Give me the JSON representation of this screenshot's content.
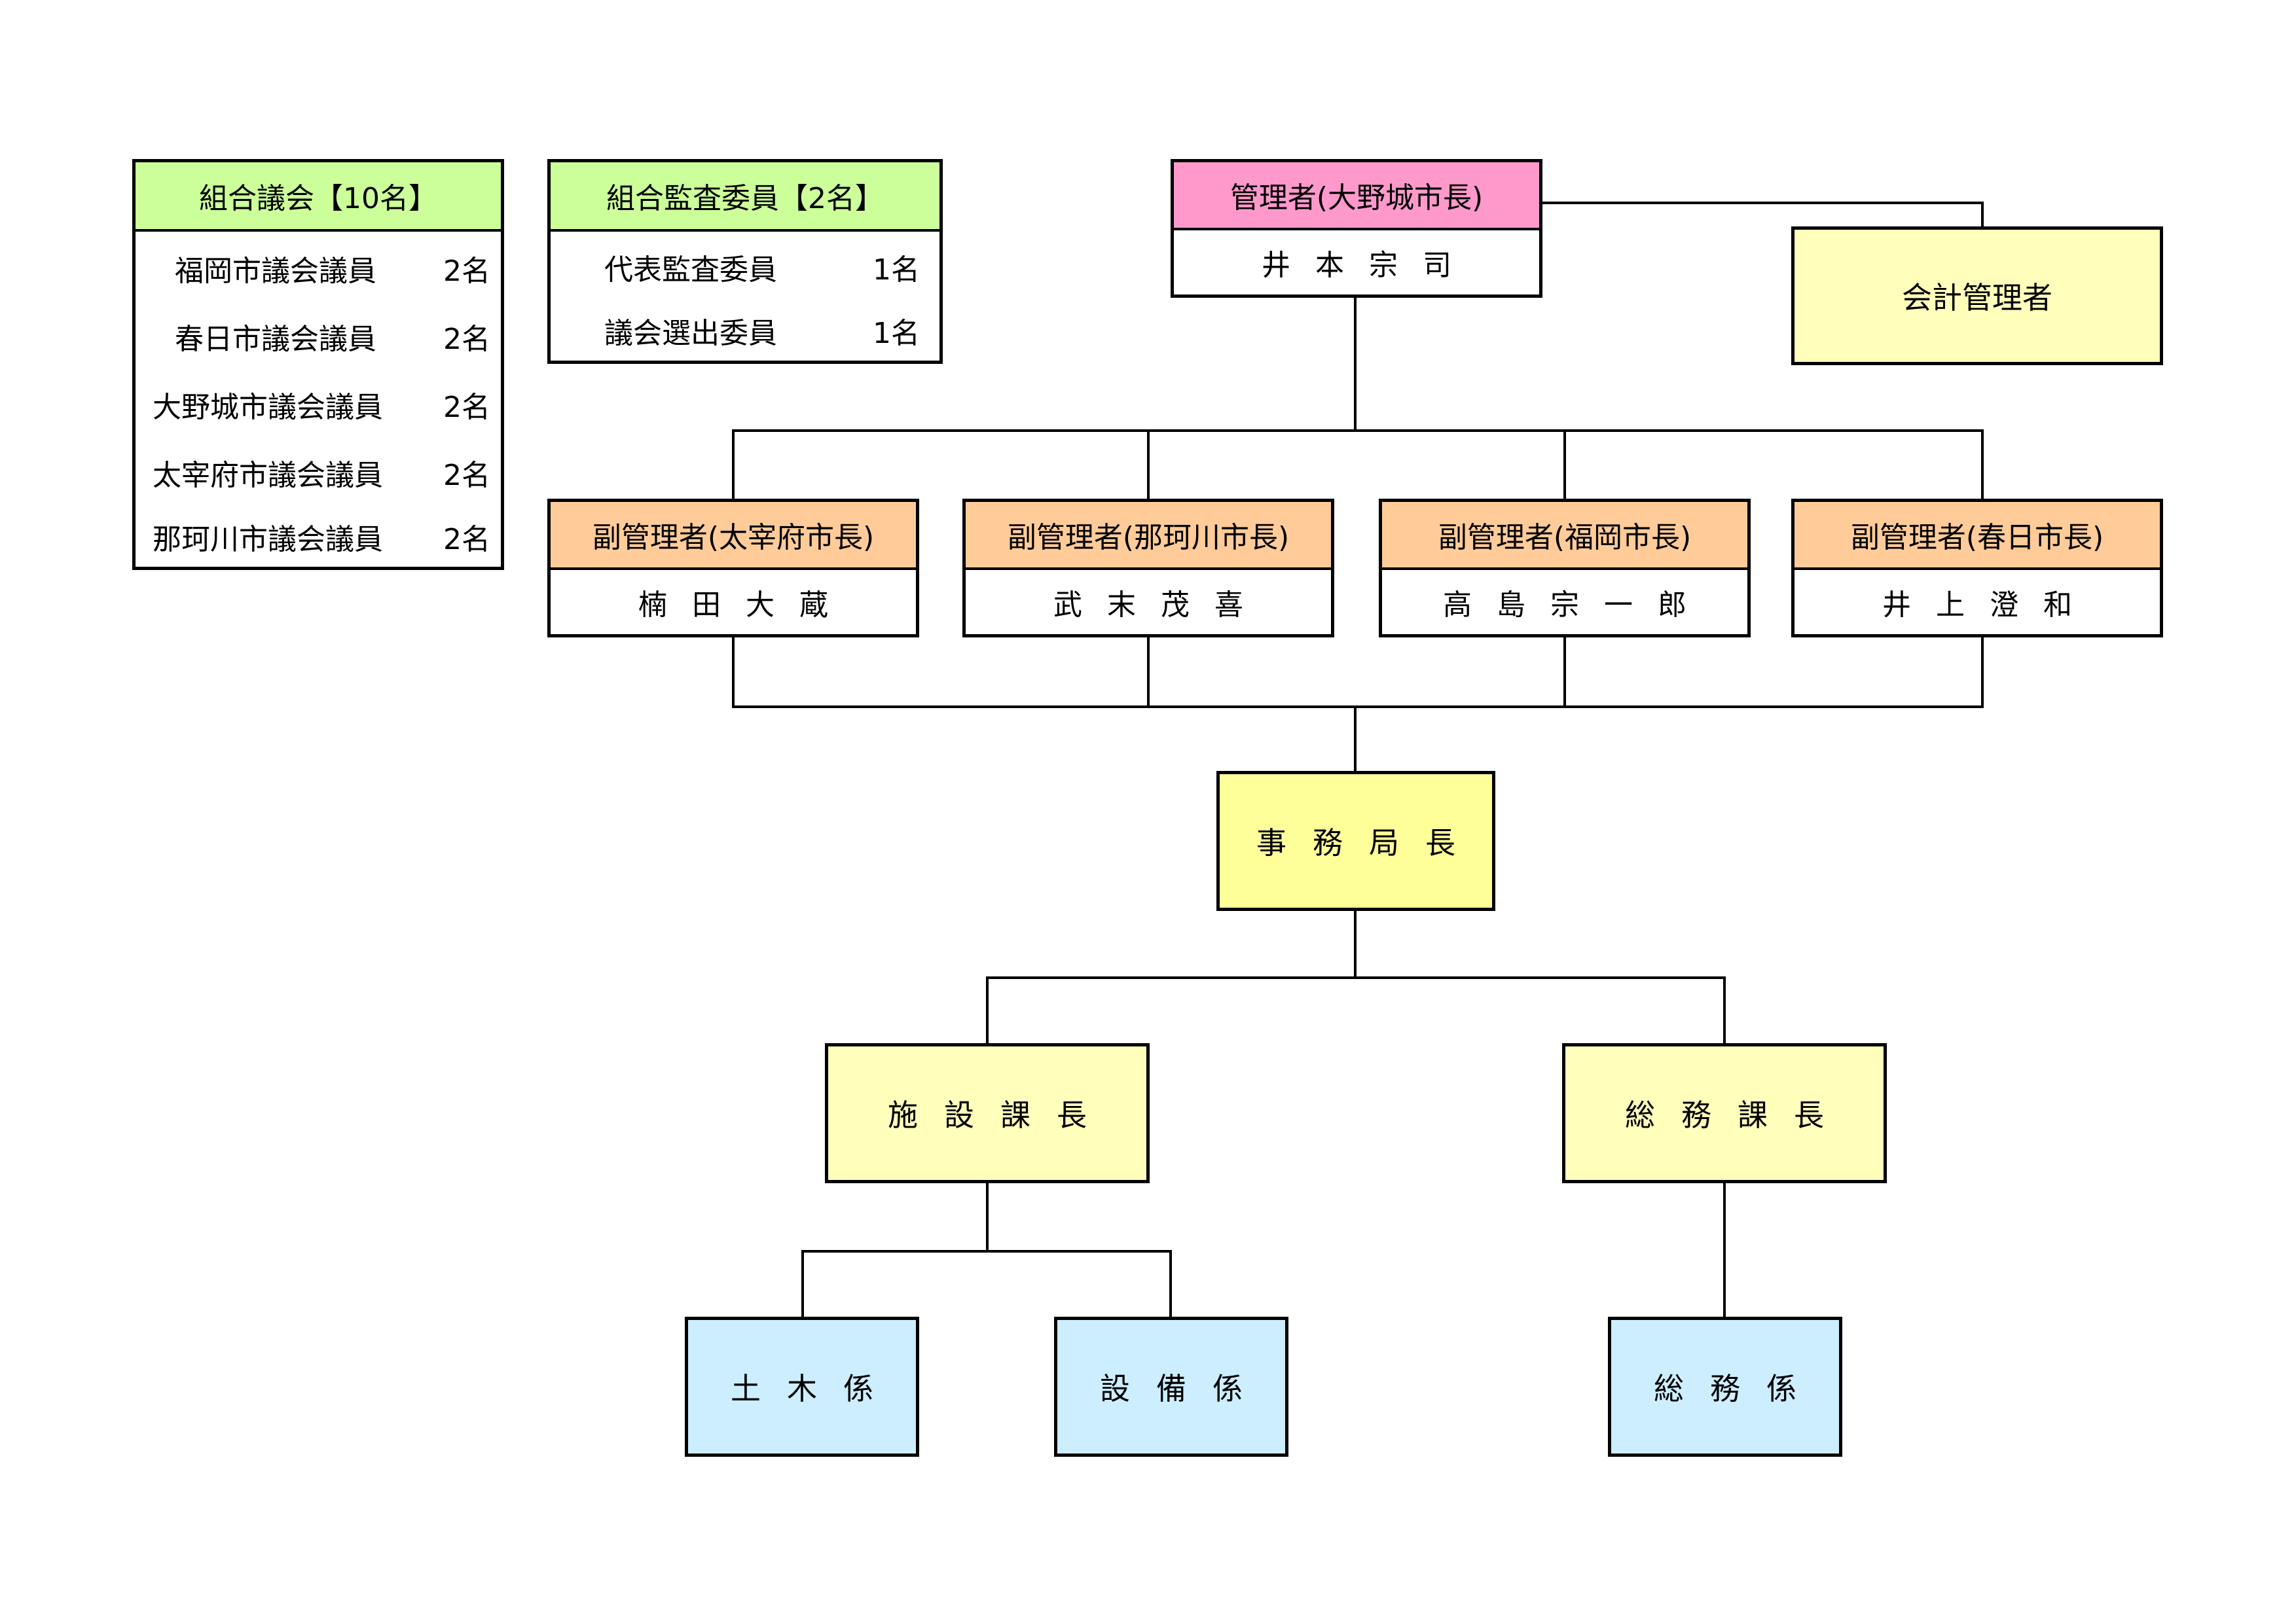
{
  "union_assembly": {
    "title": "組合議会【10名】",
    "members": [
      {
        "label": "福岡市議会議員",
        "count": "2名"
      },
      {
        "label": "春日市議会議員",
        "count": "2名"
      },
      {
        "label": "大野城市議会議員",
        "count": "2名"
      },
      {
        "label": "太宰府市議会議員",
        "count": "2名"
      },
      {
        "label": "那珂川市議会議員",
        "count": "2名"
      }
    ]
  },
  "audit_committee": {
    "title": "組合監査委員【2名】",
    "members": [
      {
        "label": "代表監査委員",
        "count": "1名"
      },
      {
        "label": "議会選出委員",
        "count": "1名"
      }
    ]
  },
  "administrator": {
    "role": "管理者(大野城市長)",
    "name": "井本宗司"
  },
  "accountant": {
    "role": "会計管理者"
  },
  "deputies": [
    {
      "role": "副管理者(太宰府市長)",
      "name": "楠田大蔵"
    },
    {
      "role": "副管理者(那珂川市長)",
      "name": "武末茂喜"
    },
    {
      "role": "副管理者(福岡市長)",
      "name": "高島宗一郎"
    },
    {
      "role": "副管理者(春日市長)",
      "name": "井上澄和"
    }
  ],
  "secretary_general": {
    "role": "事務局長"
  },
  "sections": [
    {
      "role": "施設課長"
    },
    {
      "role": "総務課長"
    }
  ],
  "units": [
    {
      "role": "土木係"
    },
    {
      "role": "設備係"
    },
    {
      "role": "総務係"
    }
  ],
  "colors": {
    "green_header": "#ccff99",
    "pink_header": "#ff99cc",
    "orange_header": "#ffcc99",
    "yellow_box": "#ffffbb",
    "bright_yellow_box": "#ffff99",
    "blue_box": "#cceeff"
  }
}
